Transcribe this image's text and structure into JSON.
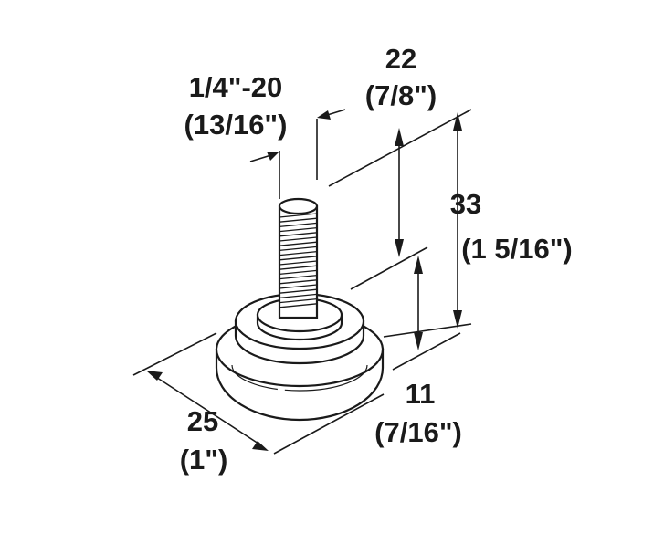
{
  "dimensions": {
    "thread": {
      "line1": "1/4\"-20",
      "line2": "(13/16\")"
    },
    "stem_width": {
      "line1": "22",
      "line2": "(7/8\")"
    },
    "overall_height": {
      "line1": "33",
      "line2": "(1 5/16\")"
    },
    "base_height": {
      "line1": "11",
      "line2": "(7/16\")"
    },
    "base_diameter": {
      "line1": "25",
      "line2": "(1\")"
    }
  }
}
